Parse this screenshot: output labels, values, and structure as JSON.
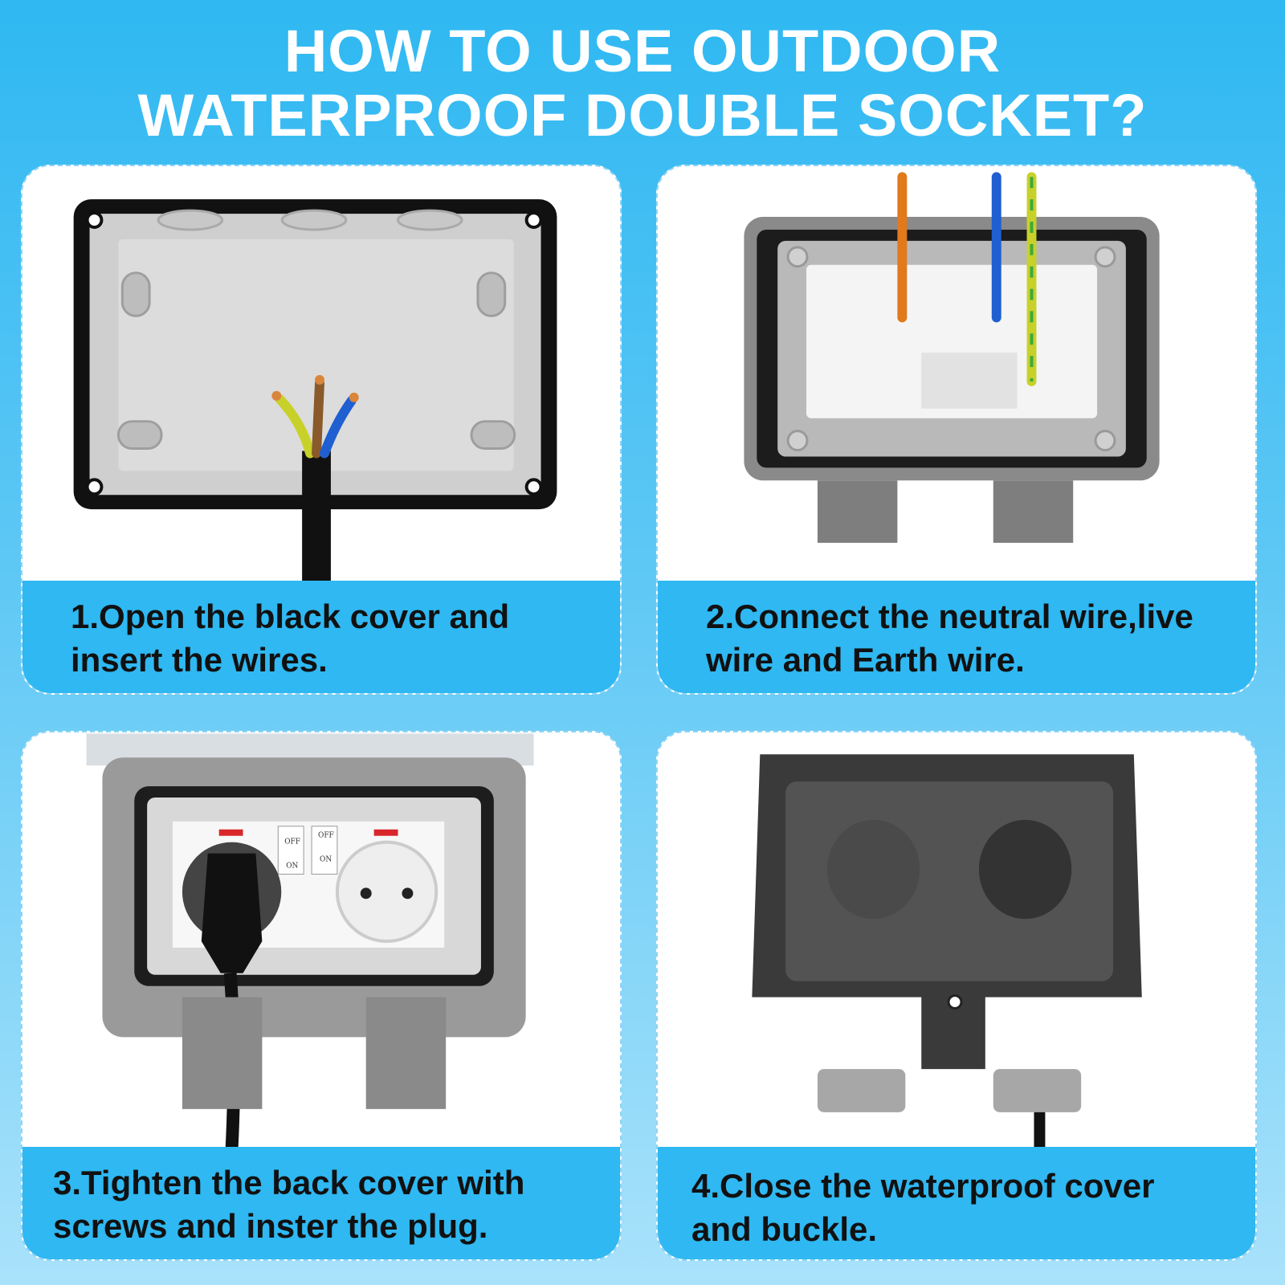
{
  "header": {
    "title_line1": "HOW TO USE OUTDOOR",
    "title_line2": "WATERPROOF DOUBLE SOCKET?"
  },
  "steps": [
    {
      "line1": "1.Open the black cover and",
      "line2": "insert the wires."
    },
    {
      "line1": "2.Connect the neutral wire,live",
      "line2": "wire and Earth wire."
    },
    {
      "line1": "3.Tighten the back cover with",
      "line2": "screws and inster the plug."
    },
    {
      "line1": "4.Close the waterproof cover",
      "line2": "and buckle."
    }
  ],
  "switch_labels": {
    "off": "OFF",
    "on": "ON"
  },
  "colors": {
    "accent": "#2fb8f2",
    "wire_live": "#e07a1c",
    "wire_neutral": "#1f5fd1",
    "wire_earth": "#c8d12a"
  }
}
